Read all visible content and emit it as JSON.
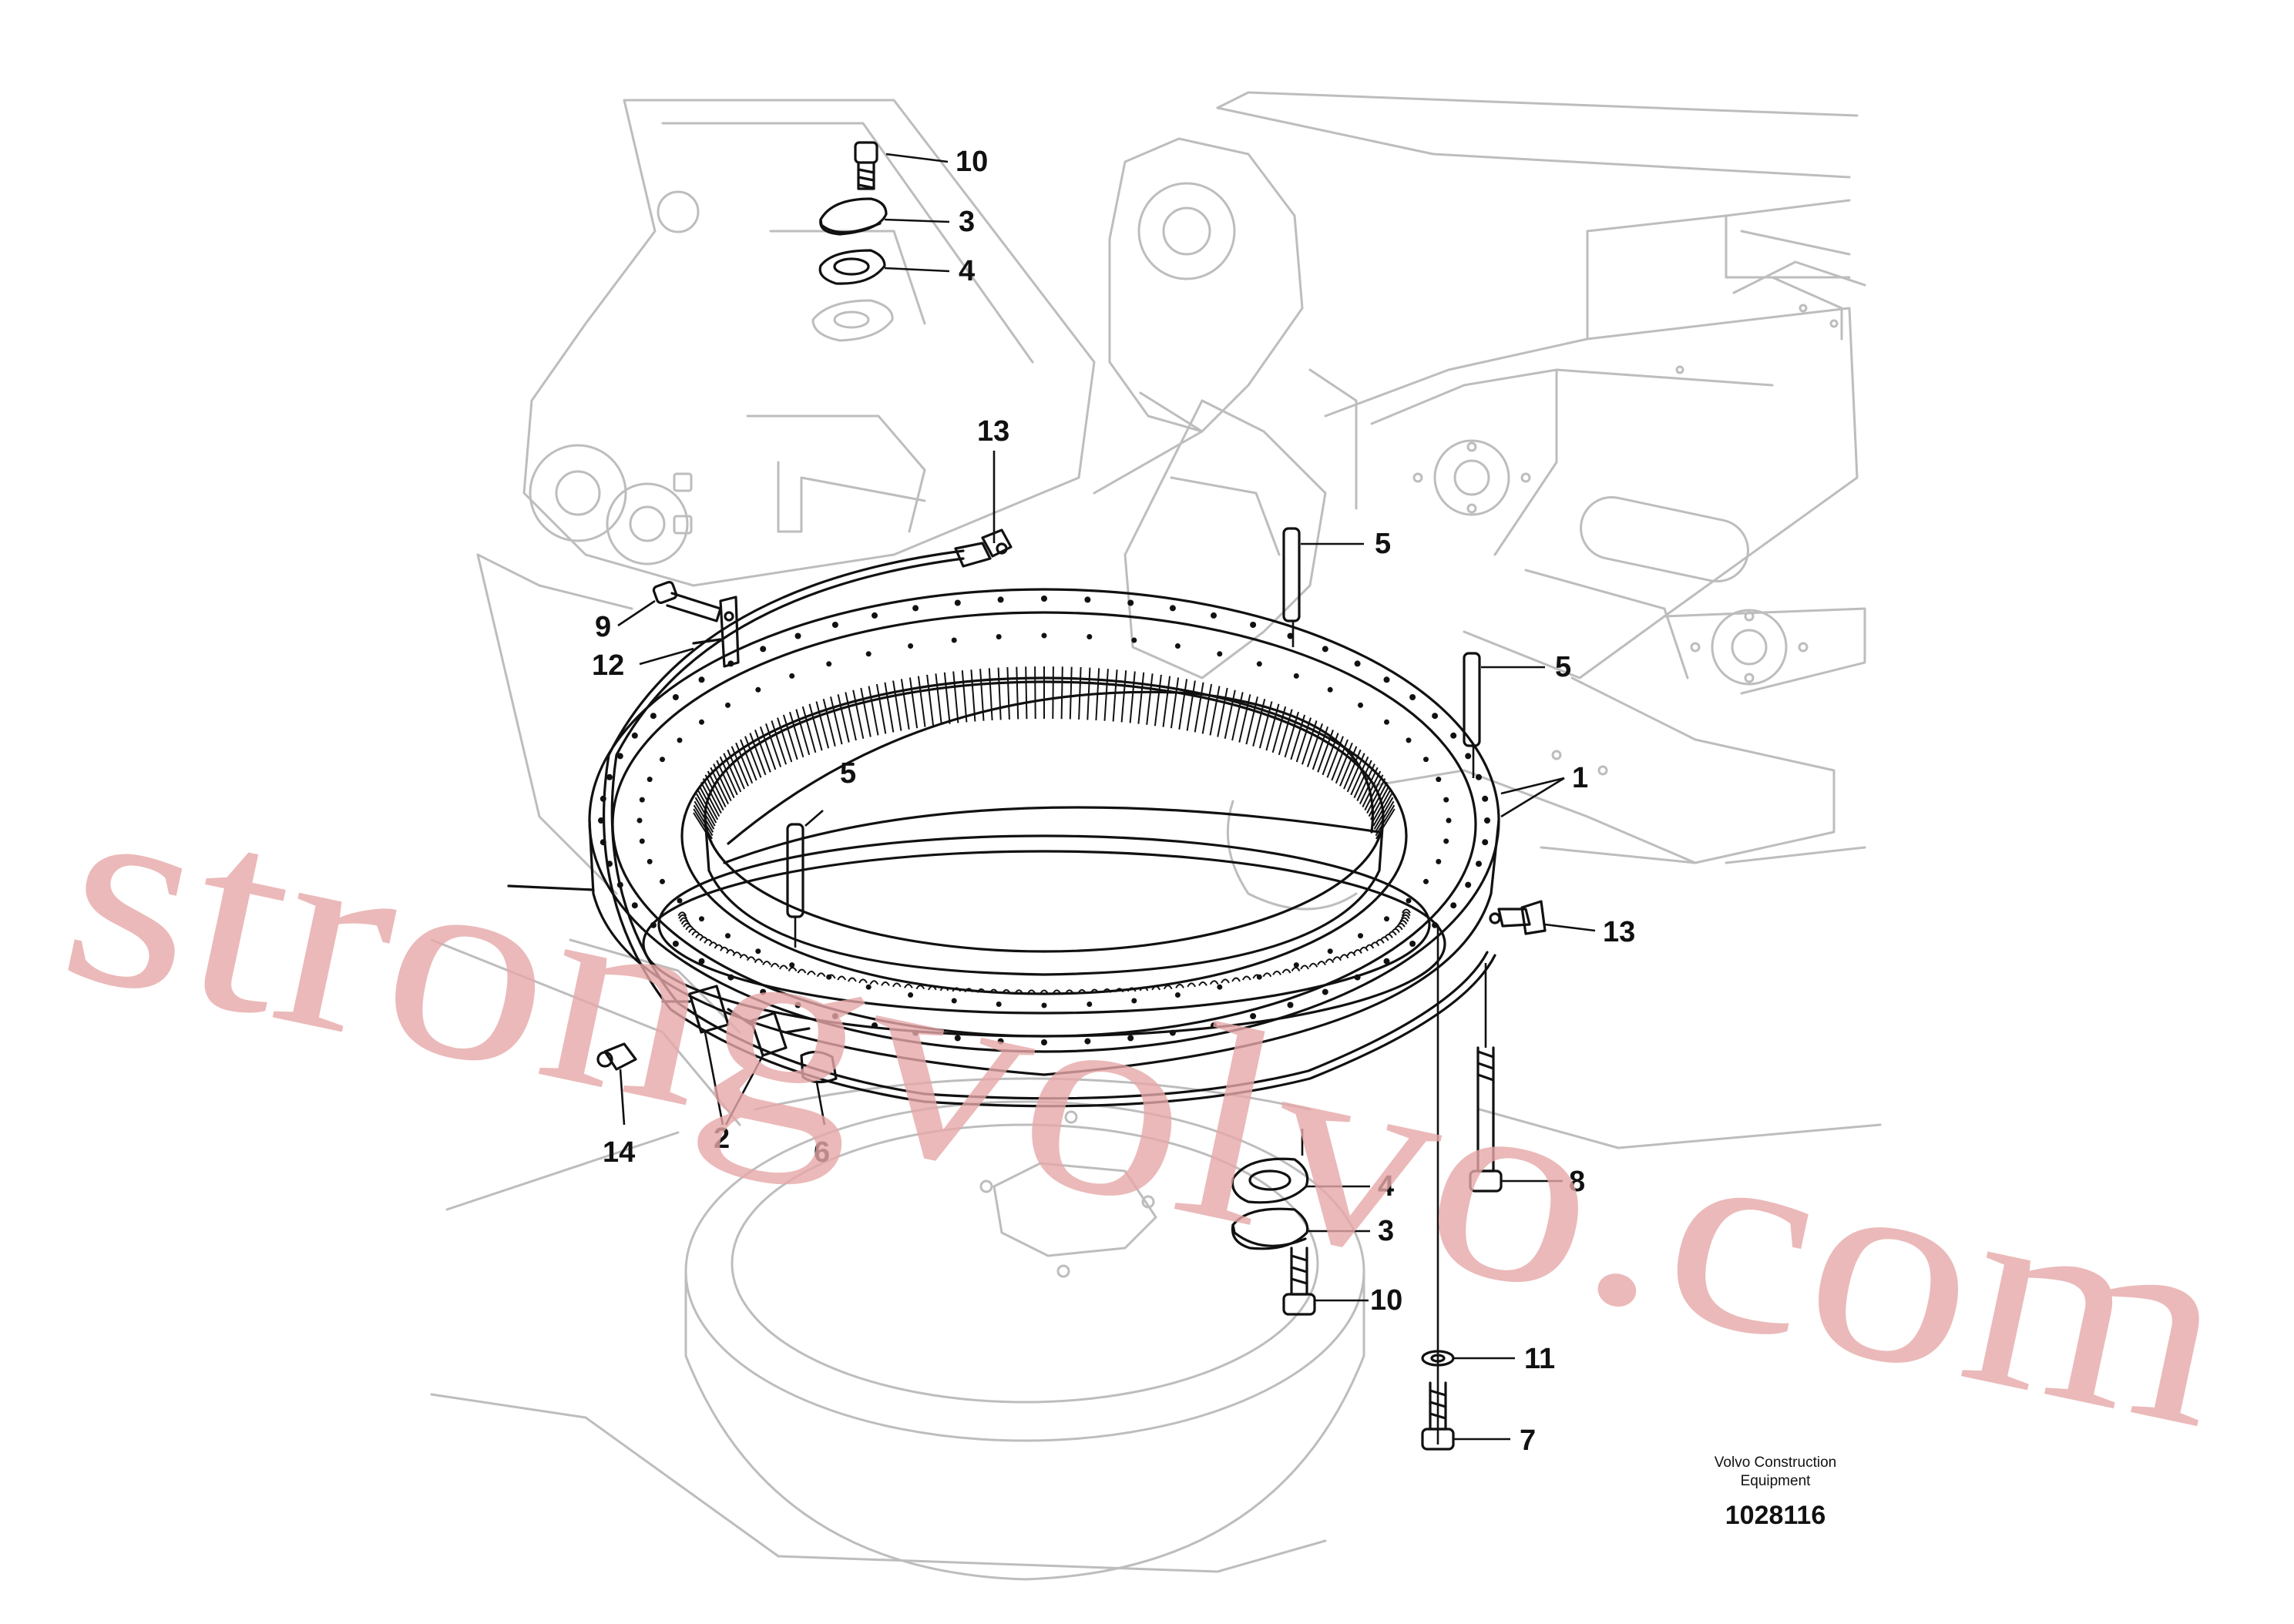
{
  "drawing": {
    "footer": {
      "company_line1": "Volvo Construction",
      "company_line2": "Equipment",
      "drawing_number": "1028116"
    },
    "watermark": "strongvolvo.com",
    "colors": {
      "background": "#ffffff",
      "line": "#111111",
      "ghost_line": "#bdbdbd",
      "watermark": "#e6a8a8"
    },
    "callouts": [
      {
        "label": "10"
      },
      {
        "label": "3"
      },
      {
        "label": "4"
      },
      {
        "label": "13"
      },
      {
        "label": "5"
      },
      {
        "label": "9"
      },
      {
        "label": "12"
      },
      {
        "label": "5"
      },
      {
        "label": "1"
      },
      {
        "label": "5"
      },
      {
        "label": "13"
      },
      {
        "label": "14"
      },
      {
        "label": "2"
      },
      {
        "label": "6"
      },
      {
        "label": "8"
      },
      {
        "label": "4"
      },
      {
        "label": "3"
      },
      {
        "label": "10"
      },
      {
        "label": "11"
      },
      {
        "label": "7"
      }
    ]
  }
}
